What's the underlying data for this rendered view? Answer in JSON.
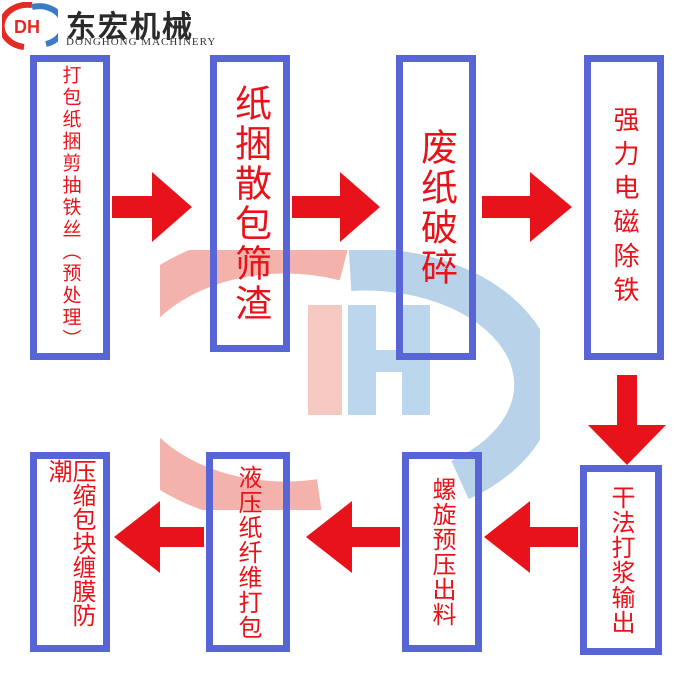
{
  "header": {
    "brand_name": "东宏机械",
    "brand_sub": "DONGHONG MACHINERY",
    "logo_letters": "DH"
  },
  "steps": [
    {
      "label": "打包纸捆剪抽铁丝（预处理）"
    },
    {
      "label": "纸捆散包筛渣"
    },
    {
      "label": "废纸破碎"
    },
    {
      "label": "强力电磁除铁"
    },
    {
      "label": "干法打浆输出"
    },
    {
      "label": "螺旋预压出料"
    },
    {
      "label": "液压纸纤维打包"
    },
    {
      "label": "压缩包块缠膜防潮"
    }
  ],
  "colors": {
    "box_border": "#5865d6",
    "text": "#e8131a",
    "arrow": "#e8131a",
    "watermark_red": "#f3b3ac",
    "watermark_blue": "#b8d2ea"
  }
}
